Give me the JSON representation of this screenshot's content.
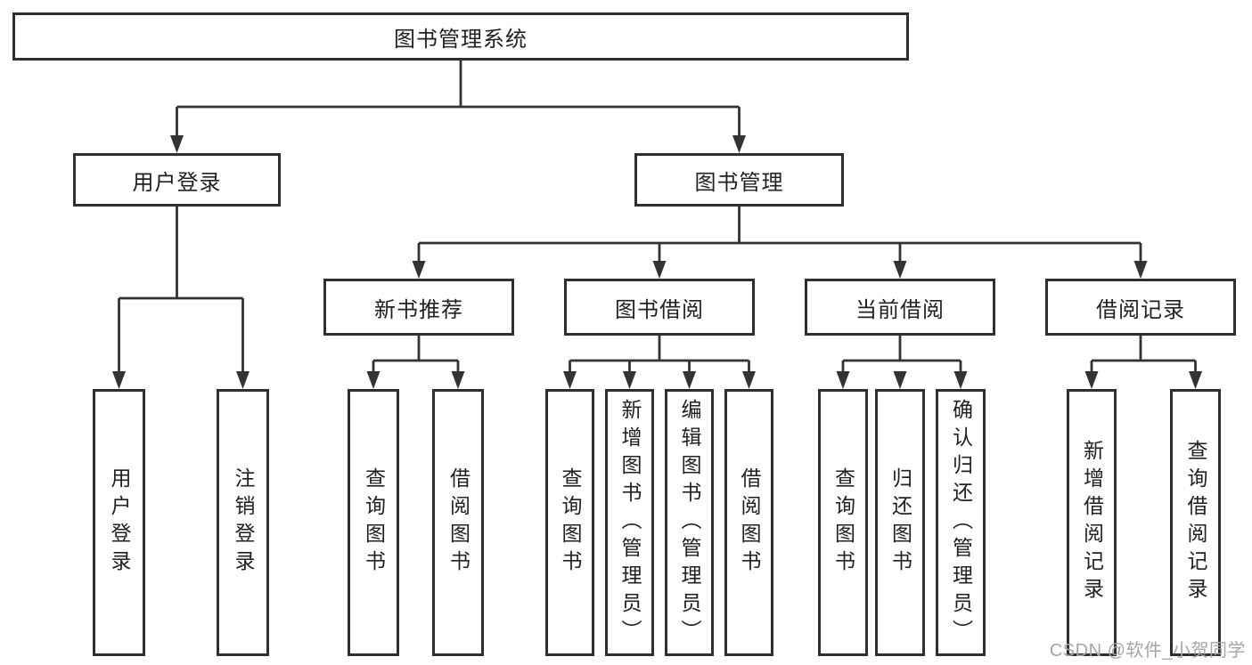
{
  "colors": {
    "line": "#333333",
    "box_border": "#2f2f2f",
    "text": "#212121",
    "watermark": "#a6a6a6",
    "background": "#ffffff"
  },
  "tree": {
    "root": {
      "label": "图书管理系统"
    },
    "level2": [
      {
        "label": "用户登录"
      },
      {
        "label": "图书管理"
      }
    ],
    "level3": [
      {
        "label": "新书推荐"
      },
      {
        "label": "图书借阅"
      },
      {
        "label": "当前借阅"
      },
      {
        "label": "借阅记录"
      }
    ],
    "leaves": {
      "user_login": [
        "用户登录",
        "注销登录"
      ],
      "new_book_recommend": [
        "查询图书",
        "借阅图书"
      ],
      "book_borrow": [
        "查询图书",
        "新增图书（管理员）",
        "编辑图书（管理员）",
        "借阅图书"
      ],
      "current_borrow": [
        "查询图书",
        "归还图书",
        "确认归还（管理员）"
      ],
      "borrow_records": [
        "新增借阅记录",
        "查询借阅记录"
      ]
    }
  },
  "watermark": {
    "text": "CSDN @软件_小贺同学"
  }
}
